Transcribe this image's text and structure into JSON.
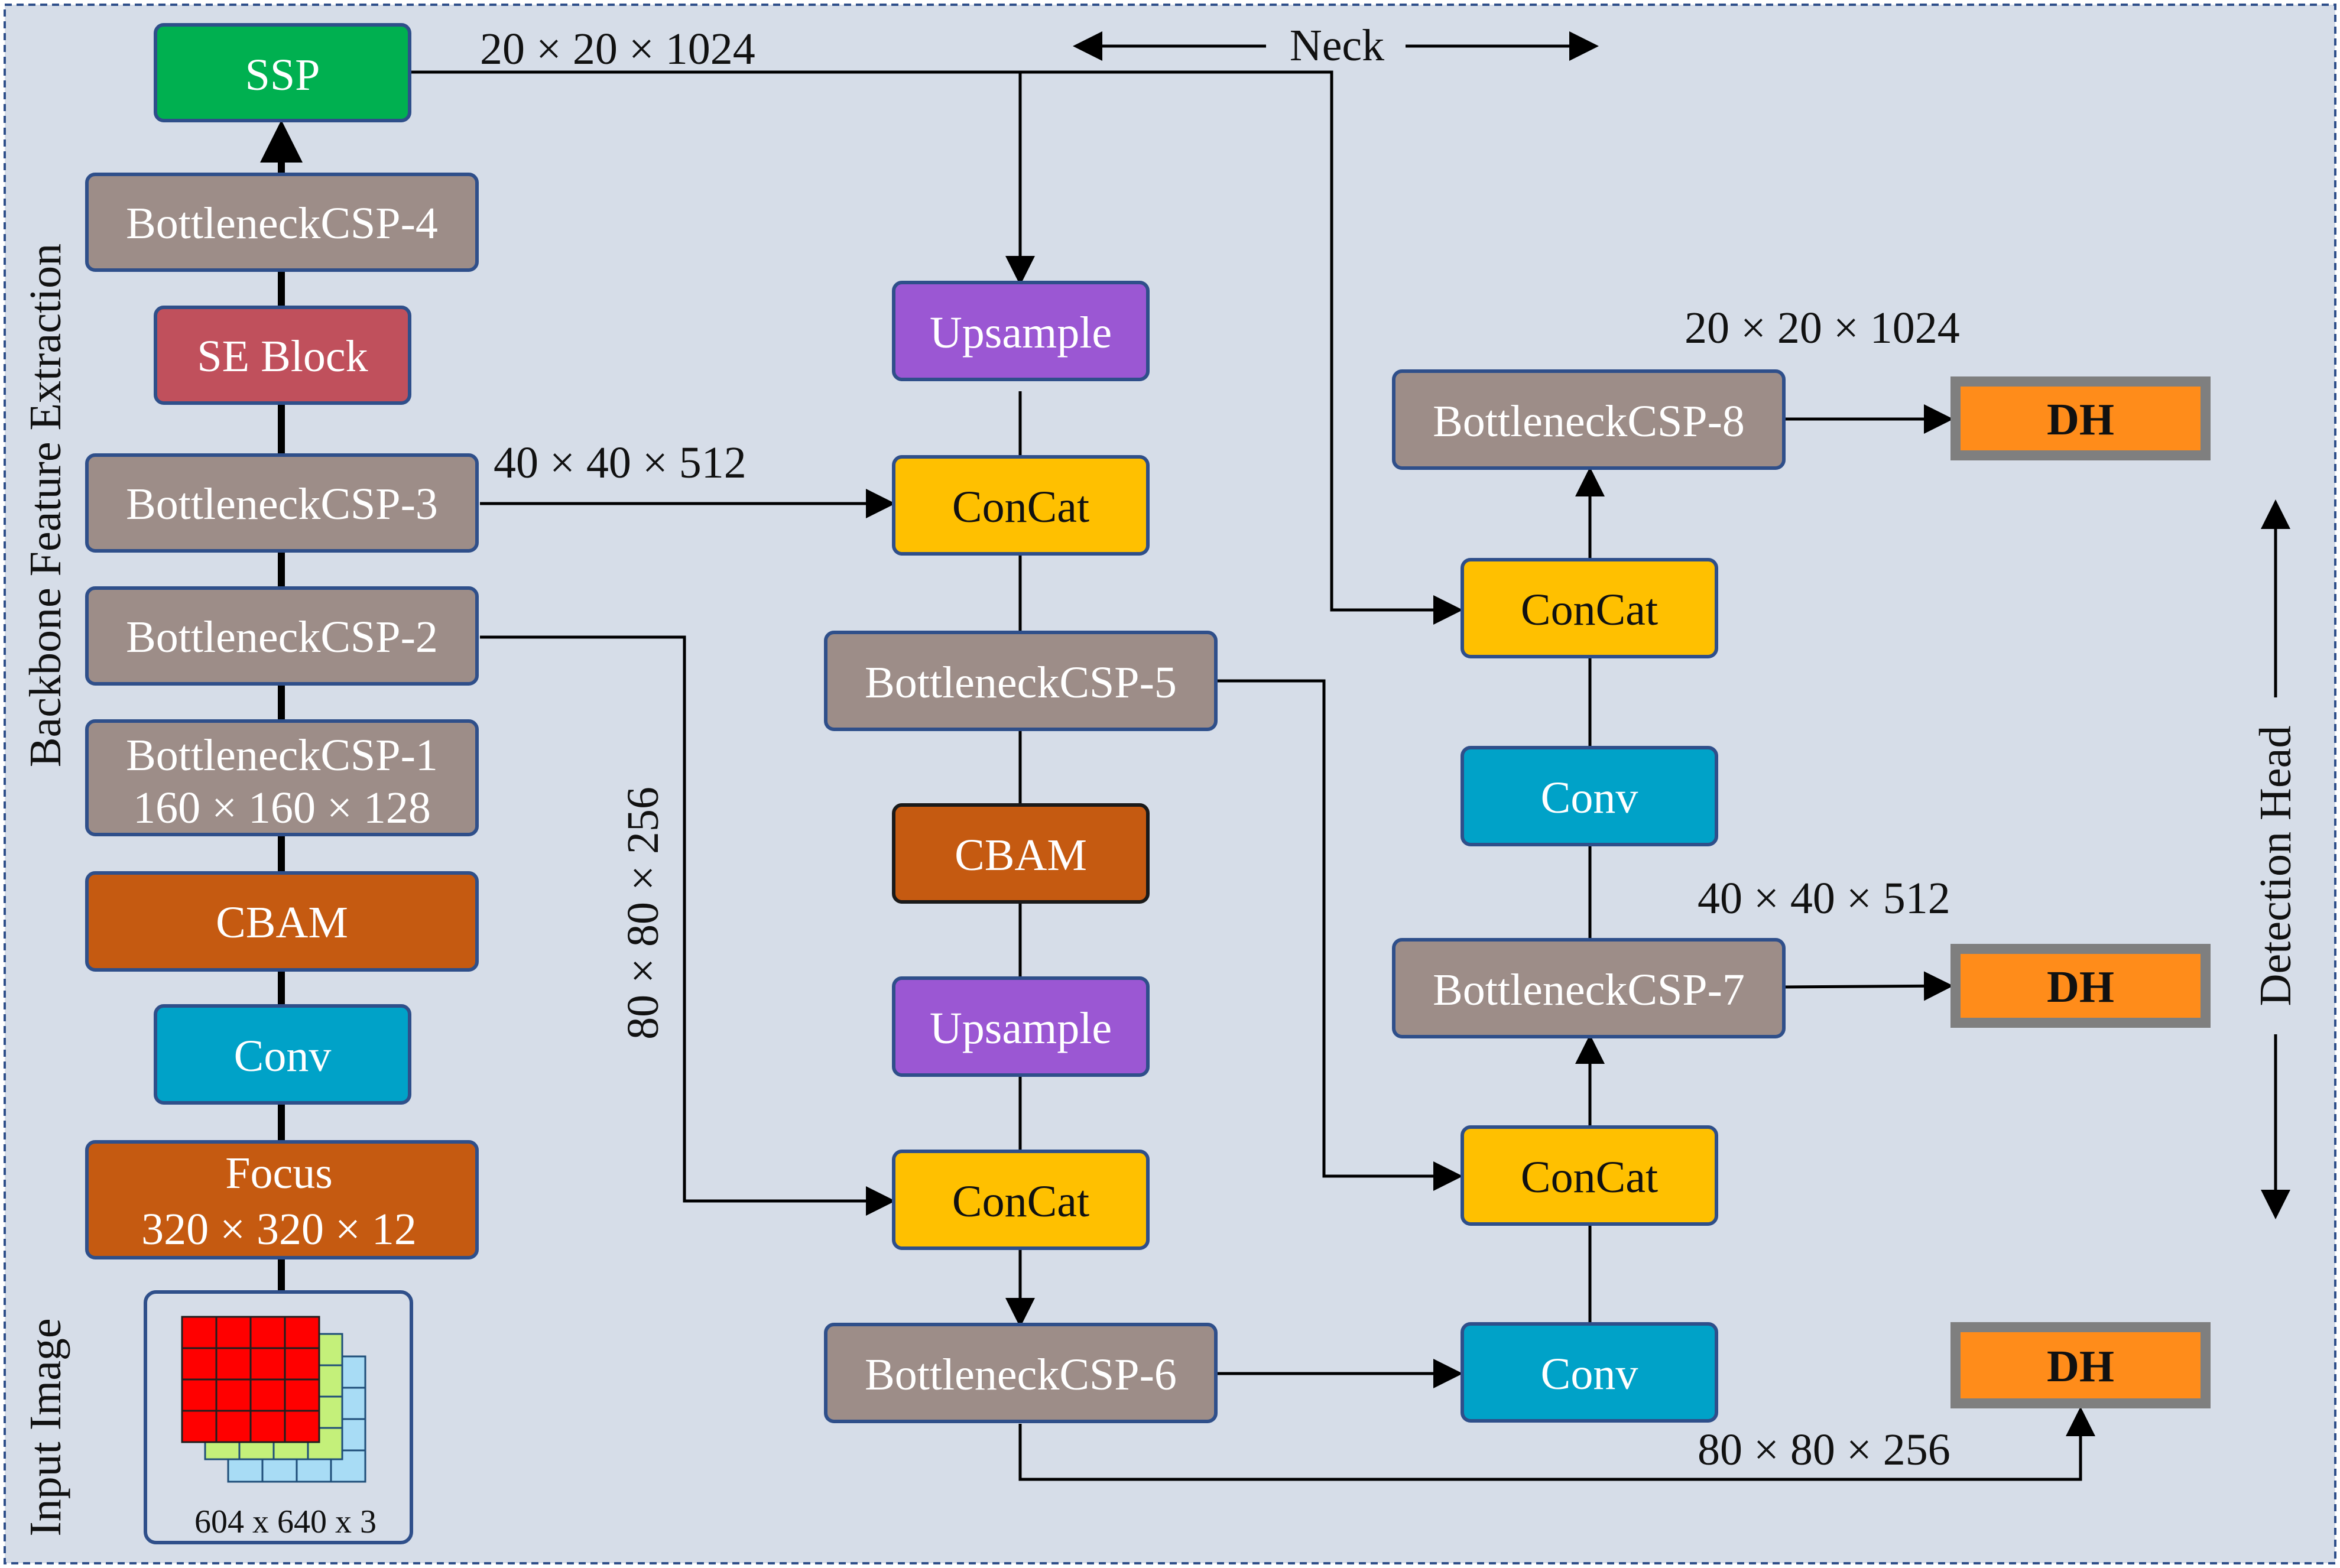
{
  "colors": {
    "background": "#d6dde8",
    "brown_grey": "#9d8d88",
    "green": "#00b050",
    "red_block": "#c0505c",
    "orange_brown": "#c55a11",
    "teal": "#00a2c8",
    "purple": "#9b57d3",
    "yellow": "#ffc000",
    "dh_orange": "#ff8c1a",
    "border": "#2f4f8a"
  },
  "regions": {
    "backbone": "Backbone Feature Extraction",
    "input": "Input Image",
    "neck": "Neck",
    "head": "Detection Head"
  },
  "backbone": {
    "ssp": "SSP",
    "csp4": "BottleneckCSP-4",
    "se": "SE Block",
    "csp3": "BottleneckCSP-3",
    "csp2": "BottleneckCSP-2",
    "csp1_line1": "BottleneckCSP-1",
    "csp1_line2": "160 × 160 × 128",
    "cbam": "CBAM",
    "conv": "Conv",
    "focus_line1": "Focus",
    "focus_line2": "320 × 320 × 12",
    "input_size": "604 x 640 x 3"
  },
  "neck": {
    "upsample1": "Upsample",
    "concat1": "ConCat",
    "csp5": "BottleneckCSP-5",
    "cbam": "CBAM",
    "upsample2": "Upsample",
    "concat2": "ConCat",
    "csp6": "BottleneckCSP-6"
  },
  "head": {
    "csp8": "BottleneckCSP-8",
    "concat_top": "ConCat",
    "conv_top": "Conv",
    "csp7": "BottleneckCSP-7",
    "concat_mid": "ConCat",
    "conv_bottom": "Conv",
    "dh1": "DH",
    "dh2": "DH",
    "dh3": "DH"
  },
  "dims": {
    "d1": "20 × 20 × 1024",
    "d2": "40 × 40 × 512",
    "d3": "80 × 80 × 256",
    "d4": "20 × 20 × 1024",
    "d5": "40 × 40 × 512",
    "d6": "80 × 80 × 256"
  }
}
